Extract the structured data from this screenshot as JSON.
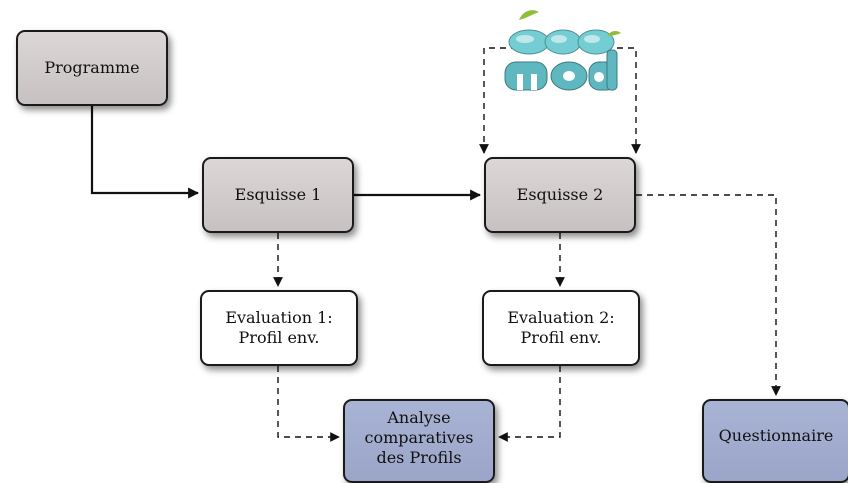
{
  "nodes": {
    "programme": "Programme",
    "esquisse1": "Esquisse 1",
    "esquisse2": "Esquisse 2",
    "evaluation1": {
      "line1": "Evaluation 1:",
      "line2": "Profil env."
    },
    "evaluation2": {
      "line1": "Evaluation 2:",
      "line2": "Profil env."
    },
    "analyse": {
      "line1": "Analyse",
      "line2": "comparatives",
      "line3": "des Profils"
    },
    "questionnaire": "Questionnaire"
  },
  "logo": {
    "text_top": "eco",
    "text_bottom": "mod"
  },
  "colors": {
    "gray_box": "#d4cfcf",
    "blue_box": "#a3adcf",
    "logo_teal": "#6cc9cf",
    "logo_dark": "#4e8f96",
    "logo_leaf": "#8fbf3a"
  }
}
